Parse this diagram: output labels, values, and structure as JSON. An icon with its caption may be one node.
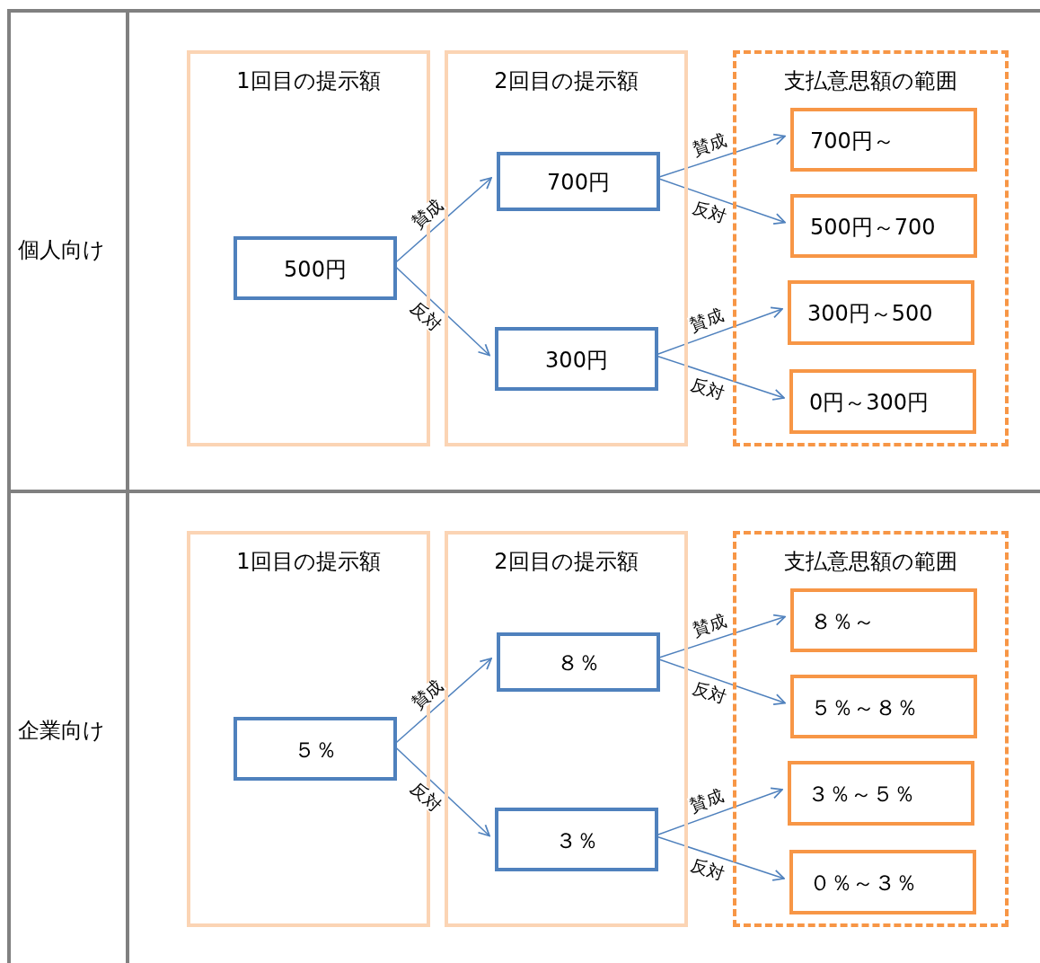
{
  "diagram": {
    "nodes": [
      {
        "text": [
          "1回目の提示額"
        ]
      },
      {
        "text": [
          "500円"
        ],
        "in": 0
      },
      {
        "text": [
          "2回目の提示額"
        ]
      },
      {
        "text": [
          "700円"
        ],
        "in": 2
      },
      {
        "text": [
          "300円"
        ],
        "in": 2
      },
      {
        "text": [
          "支払意思額の範囲"
        ]
      },
      {
        "text": [
          "700円～"
        ],
        "in": 5
      },
      {
        "text": [
          "500円～700"
        ],
        "in": 5
      },
      {
        "text": [
          "300円～500"
        ],
        "in": 5
      },
      {
        "text": [
          "0円～300円"
        ],
        "in": 5
      },
      {
        "text": [
          "1回目の提示額"
        ]
      },
      {
        "text": [
          "５％"
        ],
        "in": 10
      },
      {
        "text": [
          "2回目の提示額"
        ]
      },
      {
        "text": [
          "８％"
        ],
        "in": 12
      },
      {
        "text": [
          "３％"
        ],
        "in": 12
      },
      {
        "text": [
          "支払意思額の範囲"
        ]
      },
      {
        "text": [
          "８％～"
        ],
        "in": 15
      },
      {
        "text": [
          "５％～８％"
        ],
        "in": 15
      },
      {
        "text": [
          "３％～５％"
        ],
        "in": 15
      },
      {
        "text": [
          "０％～３％"
        ],
        "in": 15
      }
    ],
    "edges": [
      {
        "from": 1,
        "to": 3,
        "arrow": "to",
        "label": "賛成"
      },
      {
        "from": 1,
        "to": 4,
        "arrow": "to",
        "label": "反対"
      },
      {
        "from": 3,
        "to": 6,
        "arrow": "to",
        "label": "賛成"
      },
      {
        "from": 3,
        "to": 7,
        "arrow": "to",
        "label": "反対"
      },
      {
        "from": 4,
        "to": 8,
        "arrow": "to",
        "label": "賛成"
      },
      {
        "from": 4,
        "to": 9,
        "arrow": "to",
        "label": "反対"
      },
      {
        "from": 11,
        "to": 13,
        "arrow": "to",
        "label": "賛成"
      },
      {
        "from": 11,
        "to": 14,
        "arrow": "to",
        "label": "反対"
      },
      {
        "from": 13,
        "to": 16,
        "arrow": "to",
        "label": "賛成"
      },
      {
        "from": 13,
        "to": 17,
        "arrow": "to",
        "label": "反対"
      },
      {
        "from": 14,
        "to": 18,
        "arrow": "to",
        "label": "賛成"
      },
      {
        "from": 14,
        "to": 19,
        "arrow": "to",
        "label": "反対"
      }
    ],
    "labels": [
      "個人向け",
      "企業向け"
    ]
  }
}
